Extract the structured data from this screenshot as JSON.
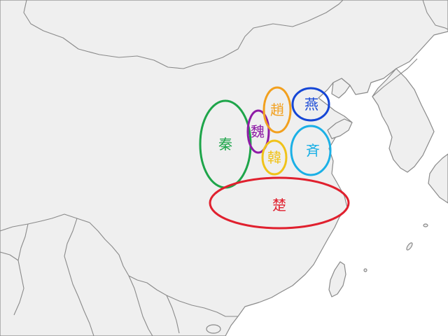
{
  "states": [
    {
      "id": "qin",
      "name": "秦",
      "color": "#1ea54a"
    },
    {
      "id": "wei",
      "name": "魏",
      "color": "#8e1ca6"
    },
    {
      "id": "zhao",
      "name": "趙",
      "color": "#f2a01e"
    },
    {
      "id": "han",
      "name": "韓",
      "color": "#f0c31a"
    },
    {
      "id": "yan",
      "name": "燕",
      "color": "#1546d6"
    },
    {
      "id": "qi",
      "name": "斉",
      "color": "#1bb0e6"
    },
    {
      "id": "chu",
      "name": "楚",
      "color": "#e0202e"
    }
  ],
  "colors": {
    "land": "#efefef",
    "water": "#ffffff",
    "border": "#8a8a8a"
  }
}
